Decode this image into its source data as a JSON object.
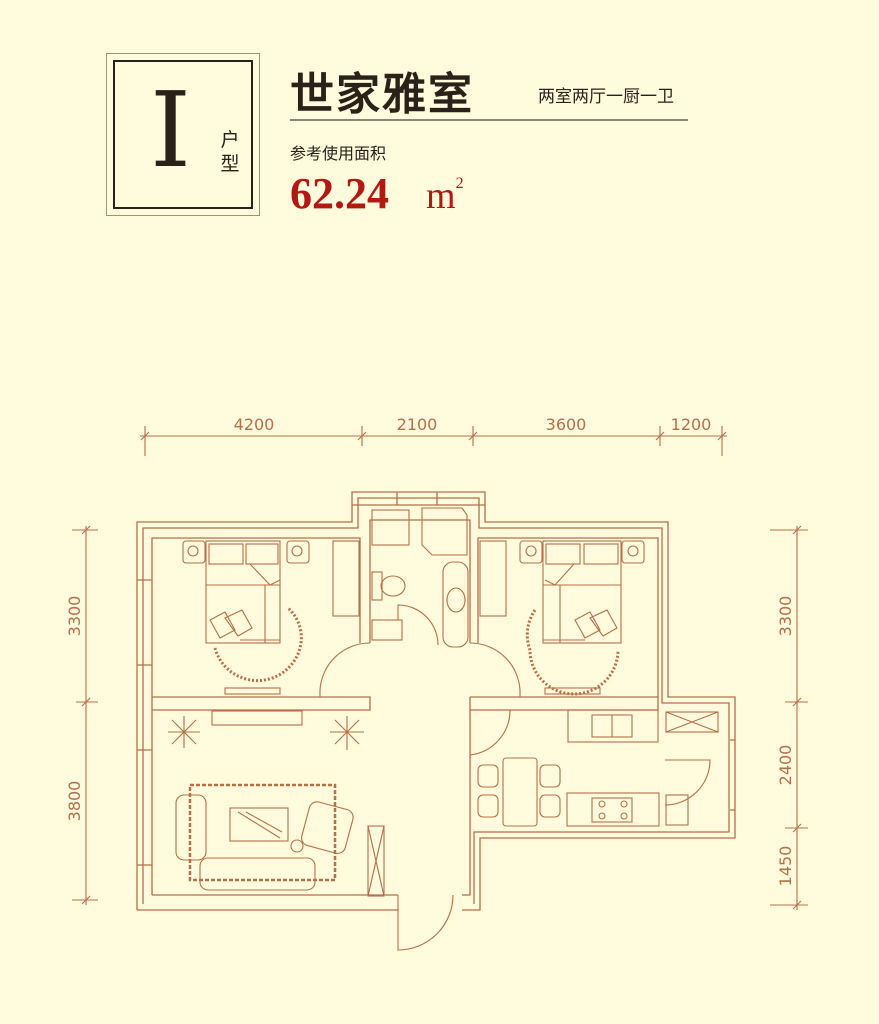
{
  "header": {
    "unit_type_letter": "I",
    "unit_type_label": "户型",
    "title": "世家雅室",
    "subtitle": "两室两厅一厨一卫",
    "area_label": "参考使用面积",
    "area_value": "62.24",
    "area_unit": "m",
    "area_unit_sup": "2"
  },
  "dimensions": {
    "top": [
      "4200",
      "2100",
      "3600",
      "1200"
    ],
    "left": [
      "3300",
      "3800"
    ],
    "right": [
      "3300",
      "2400",
      "1450"
    ]
  },
  "colors": {
    "background": "#fffbdc",
    "line": "#b5704a",
    "accent": "#b01a12",
    "text": "#2a2118"
  }
}
